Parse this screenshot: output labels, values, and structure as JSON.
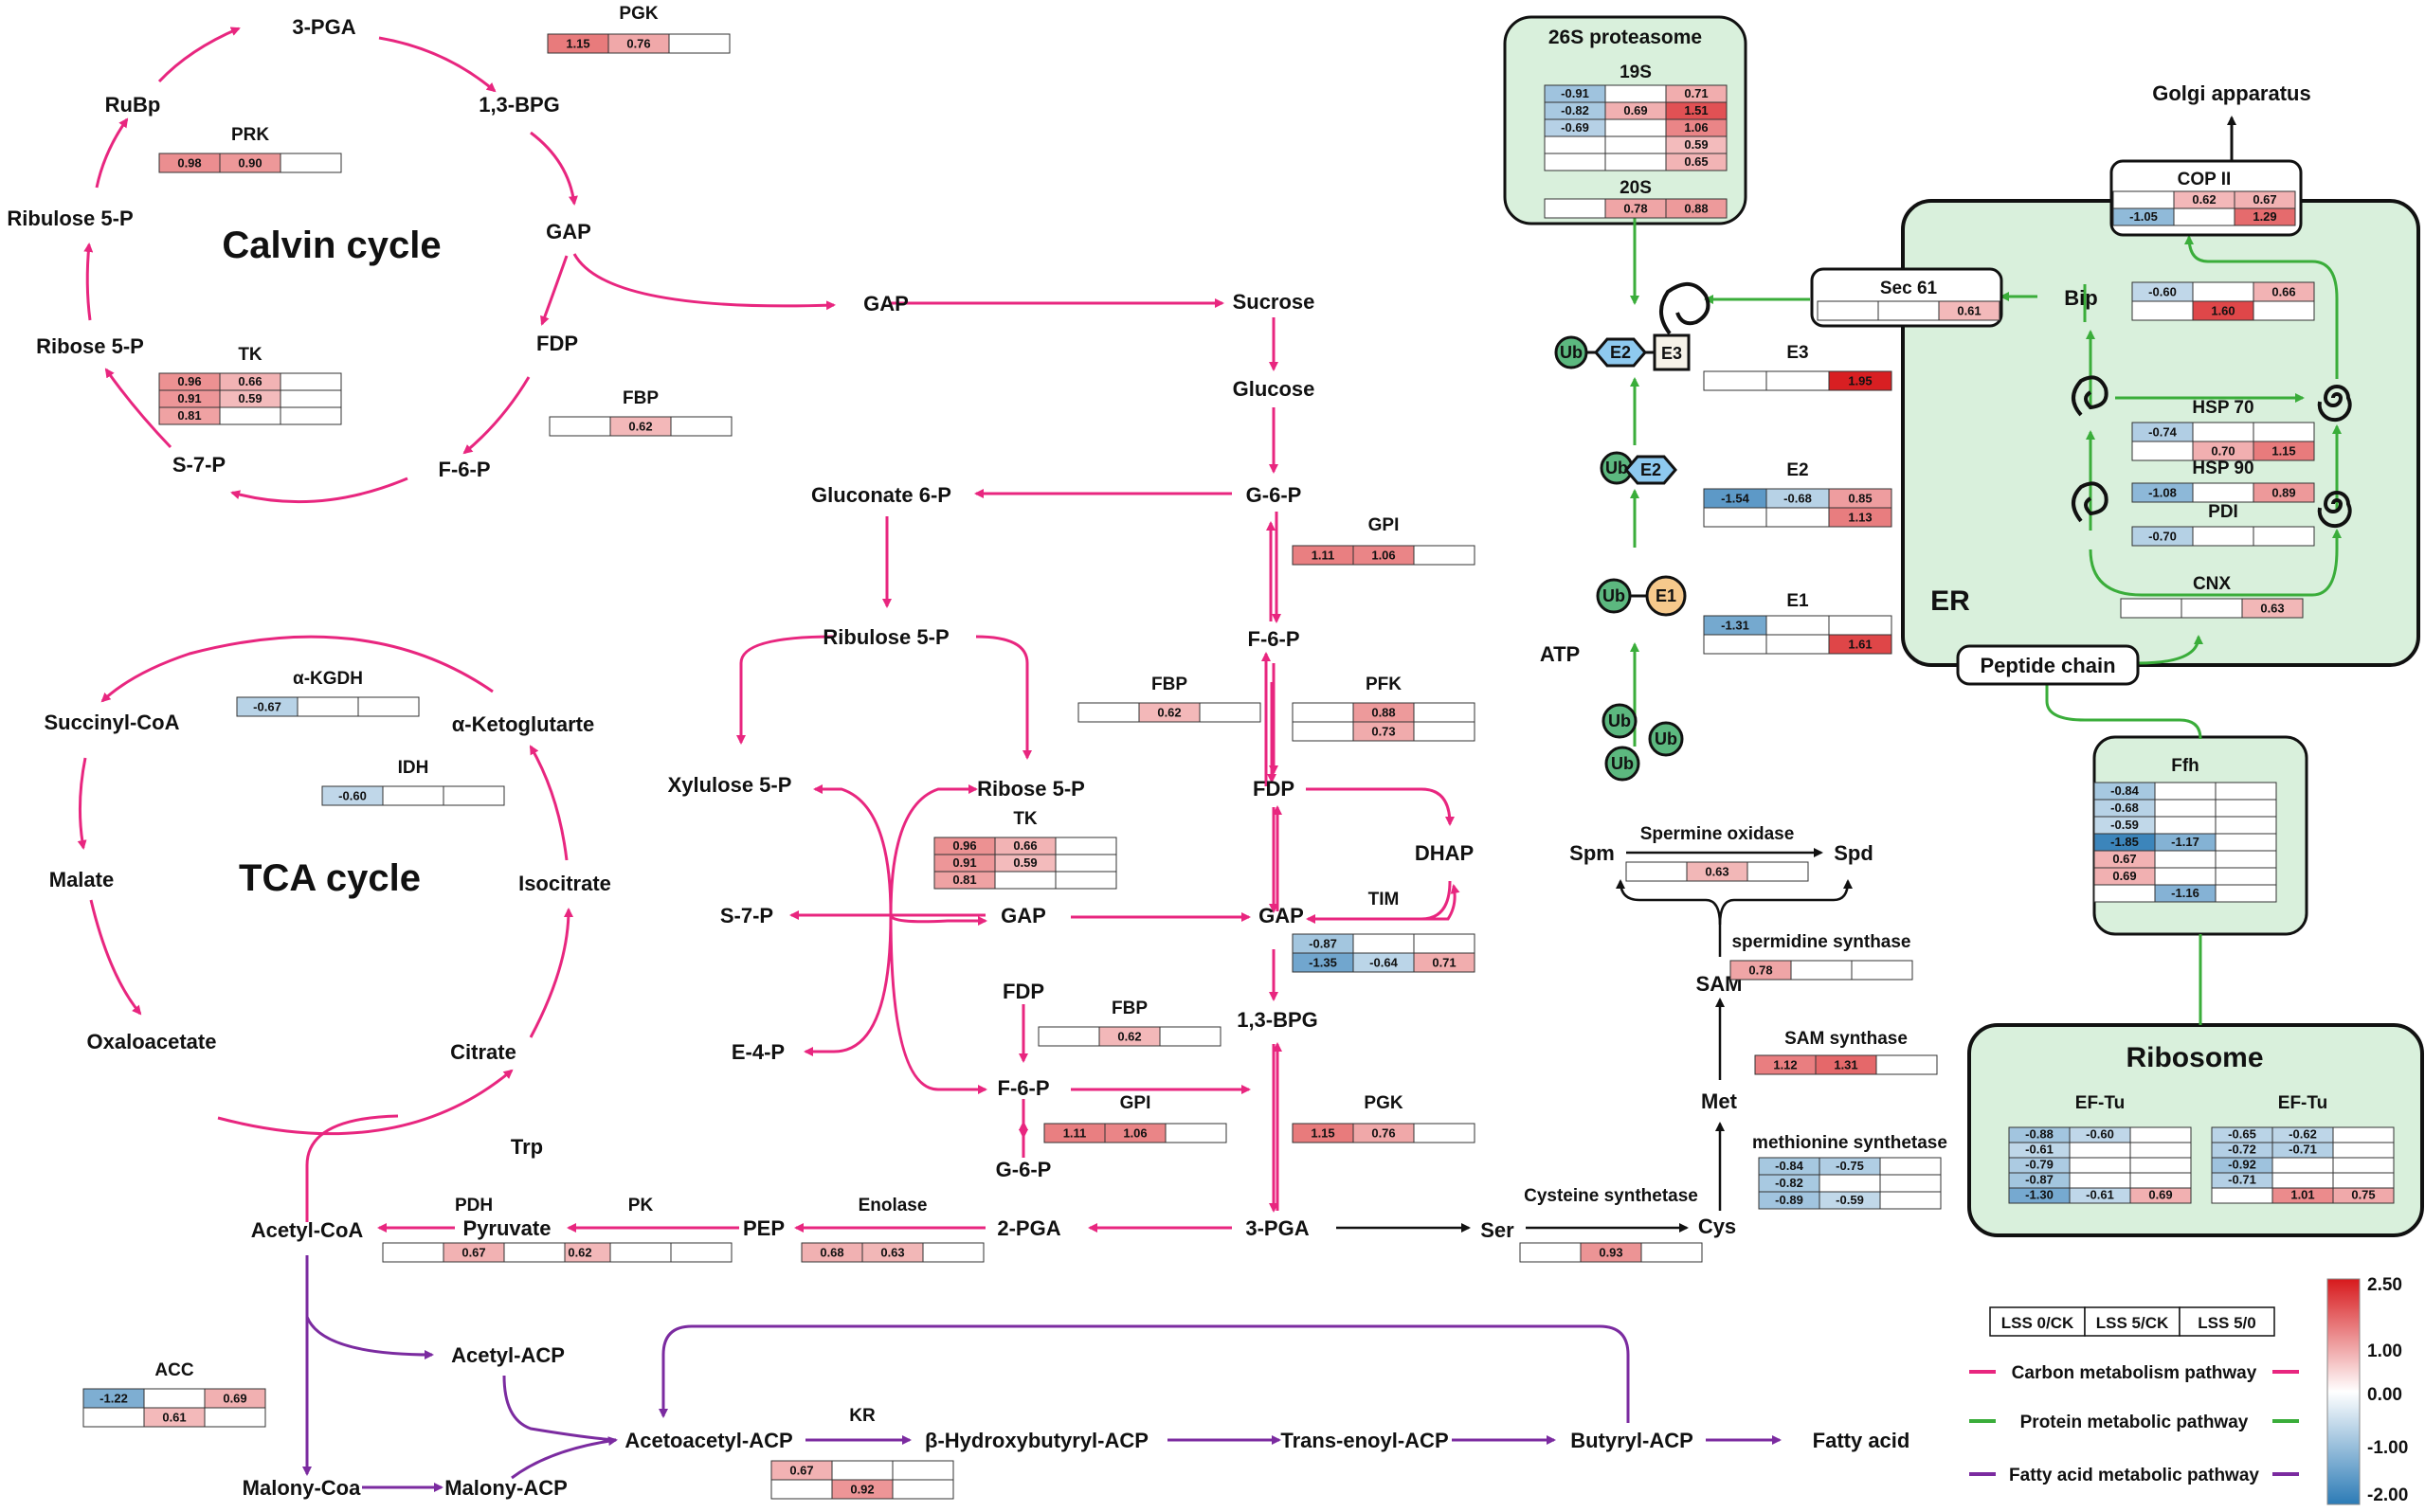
{
  "colors": {
    "carbon": "#e8267f",
    "protein": "#3aad3a",
    "fatty": "#7b2ba0",
    "box_fill": "#d9f0dc",
    "ub": "#5cb87f",
    "e2": "#8ec9ef",
    "e1": "#f6c98c",
    "e3": "#f6f2e8",
    "pos_max": "#d7191c",
    "neg_max": "#2c7bb6"
  },
  "calvin": {
    "title": "Calvin cycle",
    "nodes": {
      "pga": "3-PGA",
      "bpg": "1,3-BPG",
      "gap": "GAP",
      "fdp": "FDP",
      "f6p": "F-6-P",
      "s7p": "S-7-P",
      "r5p": "Ribose 5-P",
      "ru5p": "Ribulose 5-P",
      "rubp": "RuBp"
    }
  },
  "tca": {
    "title": "TCA cycle",
    "nodes": {
      "succ": "Succinyl-CoA",
      "akg": "α-Ketoglutarte",
      "malate": "Malate",
      "iso": "Isocitrate",
      "oaa": "Oxaloacetate",
      "cit": "Citrate"
    }
  },
  "nodes": {
    "gap_mid": "GAP",
    "sucrose": "Sucrose",
    "glucose": "Glucose",
    "g6p": "G-6-P",
    "gluconate": "Gluconate 6-P",
    "ru5p": "Ribulose 5-P",
    "xyl": "Xylulose 5-P",
    "rib": "Ribose 5-P",
    "s7p": "S-7-P",
    "gap2": "GAP",
    "e4p": "E-4-P",
    "fdp2": "FDP",
    "f6p2": "F-6-P",
    "g6p2": "G-6-P",
    "f6p3": "F-6-P",
    "fdp3": "FDP",
    "dhap": "DHAP",
    "gap3": "GAP",
    "bpg": "1,3-BPG",
    "pga": "3-PGA",
    "pga2": "2-PGA",
    "pep": "PEP",
    "pyr": "Pyruvate",
    "acoa": "Acetyl-CoA",
    "trp": "Trp",
    "ser": "Ser",
    "cys": "Cys",
    "met": "Met",
    "sam": "SAM",
    "spm": "Spm",
    "spd": "Spd",
    "acp": "Acetyl-ACP",
    "malcoa": "Malony-Coa",
    "malacp": "Malony-ACP",
    "acacp": "Acetoacetyl-ACP",
    "hb": "β-Hydroxybutyryl-ACP",
    "te": "Trans-enoyl-ACP",
    "bu": "Butyryl-ACP",
    "fa": "Fatty acid",
    "atp": "ATP",
    "golgi": "Golgi apparatus",
    "er": "ER",
    "peptide": "Peptide chain",
    "bip": "Bip"
  },
  "mini_labels": {
    "ub": "Ub",
    "e1": "E1",
    "e2": "E2",
    "e3": "E3"
  },
  "heatmaps": [
    {
      "id": "pgk1",
      "title": "PGK",
      "cells": [
        [
          "1.15",
          "0.76",
          ""
        ]
      ]
    },
    {
      "id": "prk",
      "title": "PRK",
      "cells": [
        [
          "0.98",
          "0.90",
          ""
        ]
      ]
    },
    {
      "id": "tk1",
      "title": "TK",
      "cells": [
        [
          "0.96",
          "0.66",
          ""
        ],
        [
          "0.91",
          "0.59",
          ""
        ],
        [
          "0.81",
          "",
          ""
        ]
      ]
    },
    {
      "id": "fbp1",
      "title": "FBP",
      "cells": [
        [
          "",
          "0.62",
          ""
        ]
      ]
    },
    {
      "id": "akgdh",
      "title": "α-KGDH",
      "cells": [
        [
          "-0.67",
          "",
          ""
        ]
      ]
    },
    {
      "id": "idh",
      "title": "IDH",
      "cells": [
        [
          "-0.60",
          "",
          ""
        ]
      ]
    },
    {
      "id": "gpi1",
      "title": "GPI",
      "cells": [
        [
          "1.11",
          "1.06",
          ""
        ]
      ]
    },
    {
      "id": "fbp2",
      "title": "FBP",
      "cells": [
        [
          "",
          "0.62",
          ""
        ]
      ]
    },
    {
      "id": "pfk",
      "title": "PFK",
      "cells": [
        [
          "",
          "0.88",
          ""
        ],
        [
          "",
          "0.73",
          ""
        ]
      ]
    },
    {
      "id": "tk2",
      "title": "TK",
      "cells": [
        [
          "0.96",
          "0.66",
          ""
        ],
        [
          "0.91",
          "0.59",
          ""
        ],
        [
          "0.81",
          "",
          ""
        ]
      ]
    },
    {
      "id": "tim",
      "title": "TIM",
      "cells": [
        [
          "-0.87",
          "",
          ""
        ],
        [
          "-1.35",
          "-0.64",
          "0.71"
        ]
      ]
    },
    {
      "id": "fbp3",
      "title": "FBP",
      "cells": [
        [
          "",
          "0.62",
          ""
        ]
      ]
    },
    {
      "id": "gpi2",
      "title": "GPI",
      "cells": [
        [
          "1.11",
          "1.06",
          ""
        ]
      ]
    },
    {
      "id": "pgk2",
      "title": "PGK",
      "cells": [
        [
          "1.15",
          "0.76",
          ""
        ]
      ]
    },
    {
      "id": "enolase",
      "title": "Enolase",
      "cells": [
        [
          "0.68",
          "0.63",
          ""
        ]
      ]
    },
    {
      "id": "pk",
      "title": "PK",
      "cells": [
        [
          "0.62",
          "",
          ""
        ]
      ]
    },
    {
      "id": "pdh",
      "title": "PDH",
      "cells": [
        [
          "",
          "0.67",
          ""
        ]
      ]
    },
    {
      "id": "acc",
      "title": "ACC",
      "cells": [
        [
          "-1.22",
          "",
          "0.69"
        ],
        [
          "",
          "0.61",
          ""
        ]
      ]
    },
    {
      "id": "kr",
      "title": "KR",
      "cells": [
        [
          "0.67",
          "",
          ""
        ],
        [
          "",
          "0.92",
          ""
        ]
      ]
    },
    {
      "id": "cysteine",
      "title": "Cysteine synthetase",
      "cells": [
        [
          "",
          "0.93",
          ""
        ]
      ]
    },
    {
      "id": "methionine",
      "title": "methionine synthetase",
      "cells": [
        [
          "-0.84",
          "-0.75",
          ""
        ],
        [
          "-0.82",
          "",
          ""
        ],
        [
          "-0.89",
          "-0.59",
          ""
        ]
      ]
    },
    {
      "id": "samsyn",
      "title": "SAM synthase",
      "cells": [
        [
          "1.12",
          "1.31",
          ""
        ]
      ]
    },
    {
      "id": "spermidine",
      "title": "spermidine synthase",
      "cells": [
        [
          "0.78",
          "",
          ""
        ]
      ]
    },
    {
      "id": "spermine",
      "title": "Spermine oxidase",
      "cells": [
        [
          "",
          "0.63",
          ""
        ]
      ]
    },
    {
      "id": "e1",
      "title": "E1",
      "cells": [
        [
          "-1.31",
          "",
          ""
        ],
        [
          "",
          "",
          "1.61"
        ]
      ]
    },
    {
      "id": "e2",
      "title": "E2",
      "cells": [
        [
          "-1.54",
          "-0.68",
          "0.85"
        ],
        [
          "",
          "",
          "1.13"
        ]
      ]
    },
    {
      "id": "e3",
      "title": "E3",
      "cells": [
        [
          "",
          "",
          "1.95"
        ]
      ]
    },
    {
      "id": "p19s",
      "title": "19S",
      "cells": [
        [
          "-0.91",
          "",
          "0.71"
        ],
        [
          "-0.82",
          "0.69",
          "1.51"
        ],
        [
          "-0.69",
          "",
          "1.06"
        ],
        [
          "",
          "",
          "0.59"
        ],
        [
          "",
          "",
          "0.65"
        ]
      ]
    },
    {
      "id": "p20s",
      "title": "20S",
      "cells": [
        [
          "",
          "0.78",
          "0.88"
        ]
      ]
    },
    {
      "id": "sec61",
      "title": "Sec 61",
      "cells": [
        [
          "",
          "",
          "0.61"
        ]
      ]
    },
    {
      "id": "copii",
      "title": "COP II",
      "cells": [
        [
          "",
          "0.62",
          "0.67"
        ],
        [
          "-1.05",
          "",
          "1.29"
        ]
      ]
    },
    {
      "id": "bip",
      "title": "",
      "cells": [
        [
          "-0.60",
          "",
          "0.66"
        ],
        [
          "",
          "1.60",
          ""
        ]
      ]
    },
    {
      "id": "hsp70",
      "title": "HSP 70",
      "cells": [
        [
          "-0.74",
          "",
          ""
        ],
        [
          "",
          "0.70",
          "1.15"
        ]
      ]
    },
    {
      "id": "hsp90",
      "title": "HSP 90",
      "cells": [
        [
          "-1.08",
          "",
          "0.89"
        ]
      ]
    },
    {
      "id": "pdi",
      "title": "PDI",
      "cells": [
        [
          "-0.70",
          "",
          ""
        ]
      ]
    },
    {
      "id": "cnx",
      "title": "CNX",
      "cells": [
        [
          "",
          "",
          "0.63"
        ]
      ]
    },
    {
      "id": "ffh",
      "title": "Ffh",
      "cells": [
        [
          "-0.84",
          "",
          ""
        ],
        [
          "-0.68",
          "",
          ""
        ],
        [
          "-0.59",
          "",
          ""
        ],
        [
          "-1.85",
          "-1.17",
          ""
        ],
        [
          "0.67",
          "",
          ""
        ],
        [
          "0.69",
          "",
          ""
        ],
        [
          "",
          "-1.16",
          ""
        ]
      ]
    },
    {
      "id": "eftu1",
      "title": "EF-Tu",
      "cells": [
        [
          "-0.88",
          "-0.60",
          ""
        ],
        [
          "-0.61",
          "",
          ""
        ],
        [
          "-0.79",
          "",
          ""
        ],
        [
          "-0.87",
          "",
          ""
        ],
        [
          "-1.30",
          "-0.61",
          "0.69"
        ]
      ]
    },
    {
      "id": "eftu2",
      "title": "EF-Tu",
      "cells": [
        [
          "-0.65",
          "-0.62",
          ""
        ],
        [
          "-0.72",
          "-0.71",
          ""
        ],
        [
          "-0.92",
          "",
          ""
        ],
        [
          "-0.71",
          "",
          ""
        ],
        [
          "",
          "1.01",
          "0.75"
        ]
      ]
    }
  ],
  "boxes": {
    "proteasome": "26S proteasome",
    "ribosome": "Ribosome"
  },
  "legend": {
    "columns": [
      "LSS 0/CK",
      "LSS 5/CK",
      "LSS 5/0"
    ],
    "pathways": [
      "Carbon metabolism pathway",
      "Protein metabolic pathway",
      "Fatty acid metabolic pathway"
    ],
    "scale_ticks": [
      "2.50",
      "1.00",
      "0.00",
      "-1.00",
      "-2.00"
    ],
    "scale_values": [
      2.5,
      1.0,
      0.0,
      -1.0,
      -2.0
    ]
  }
}
